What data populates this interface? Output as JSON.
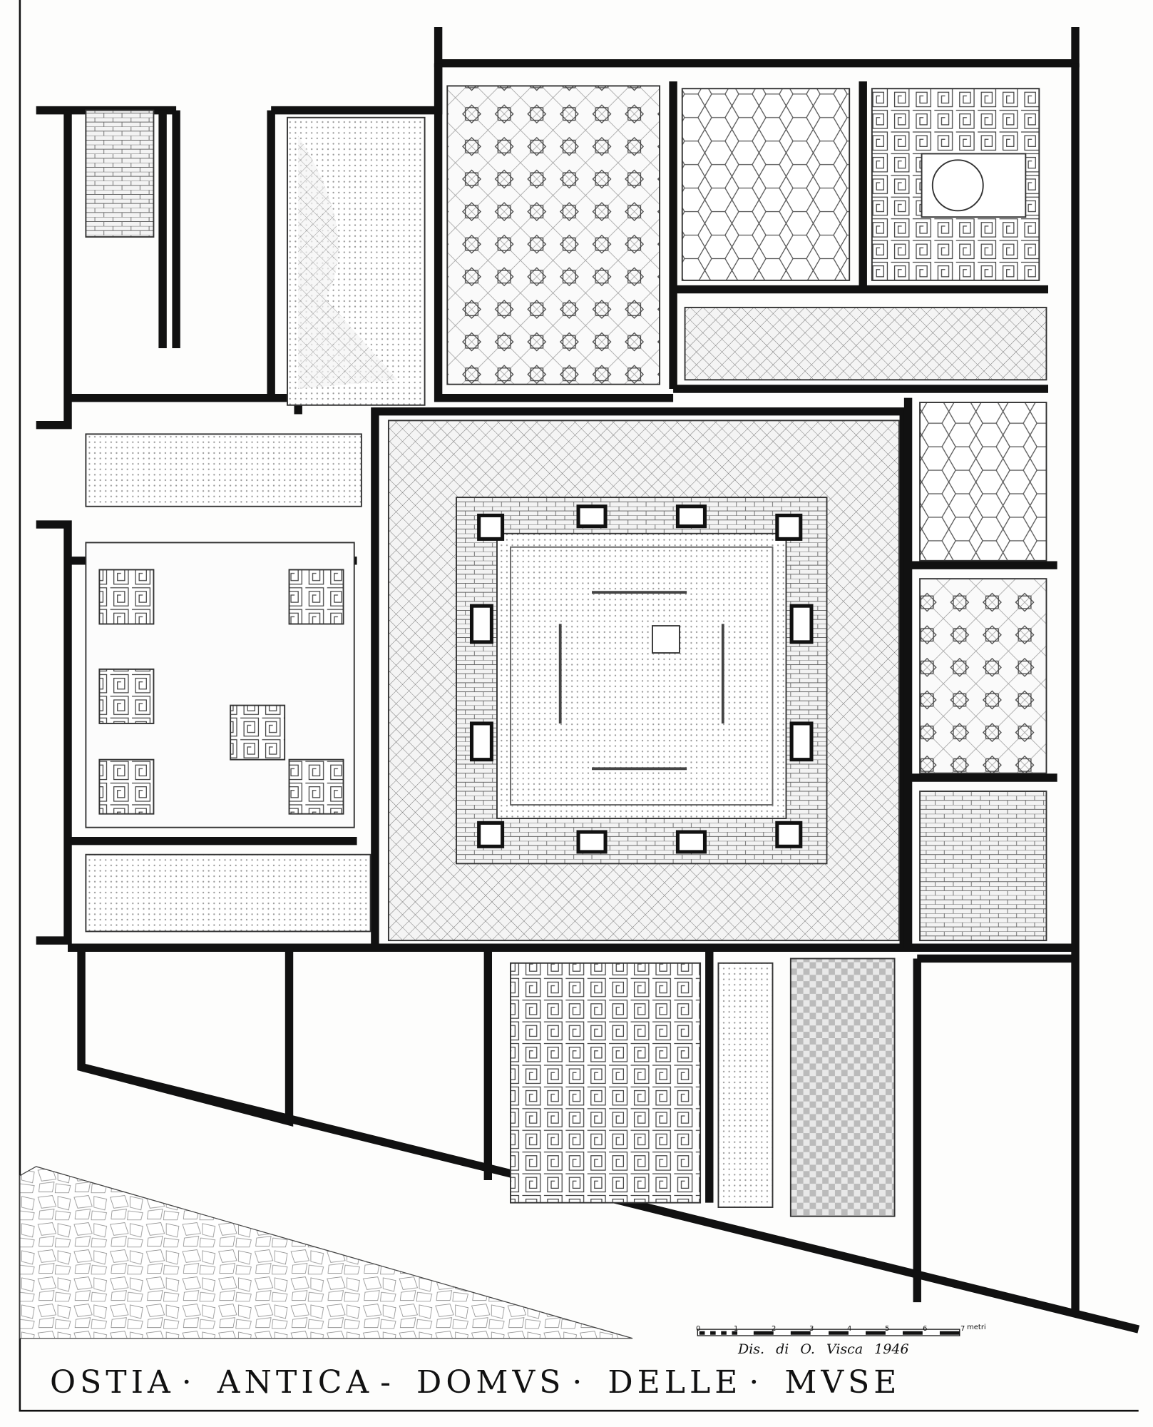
{
  "drawing": {
    "title_parts": [
      "OSTIA",
      "ANTICA",
      "DOMVS",
      "DELLE",
      "MVSE"
    ],
    "title_separators": [
      "·",
      "-",
      "·",
      "·"
    ],
    "credit": "Dis. di O. Visca 1946",
    "scale": {
      "labels": [
        "0",
        "1",
        "2",
        "3",
        "4",
        "5",
        "6",
        "7"
      ],
      "unit": "metri"
    },
    "colors": {
      "ink": "#111111",
      "paper": "#fdfdfc",
      "stipple": "#bdbdbd"
    }
  }
}
